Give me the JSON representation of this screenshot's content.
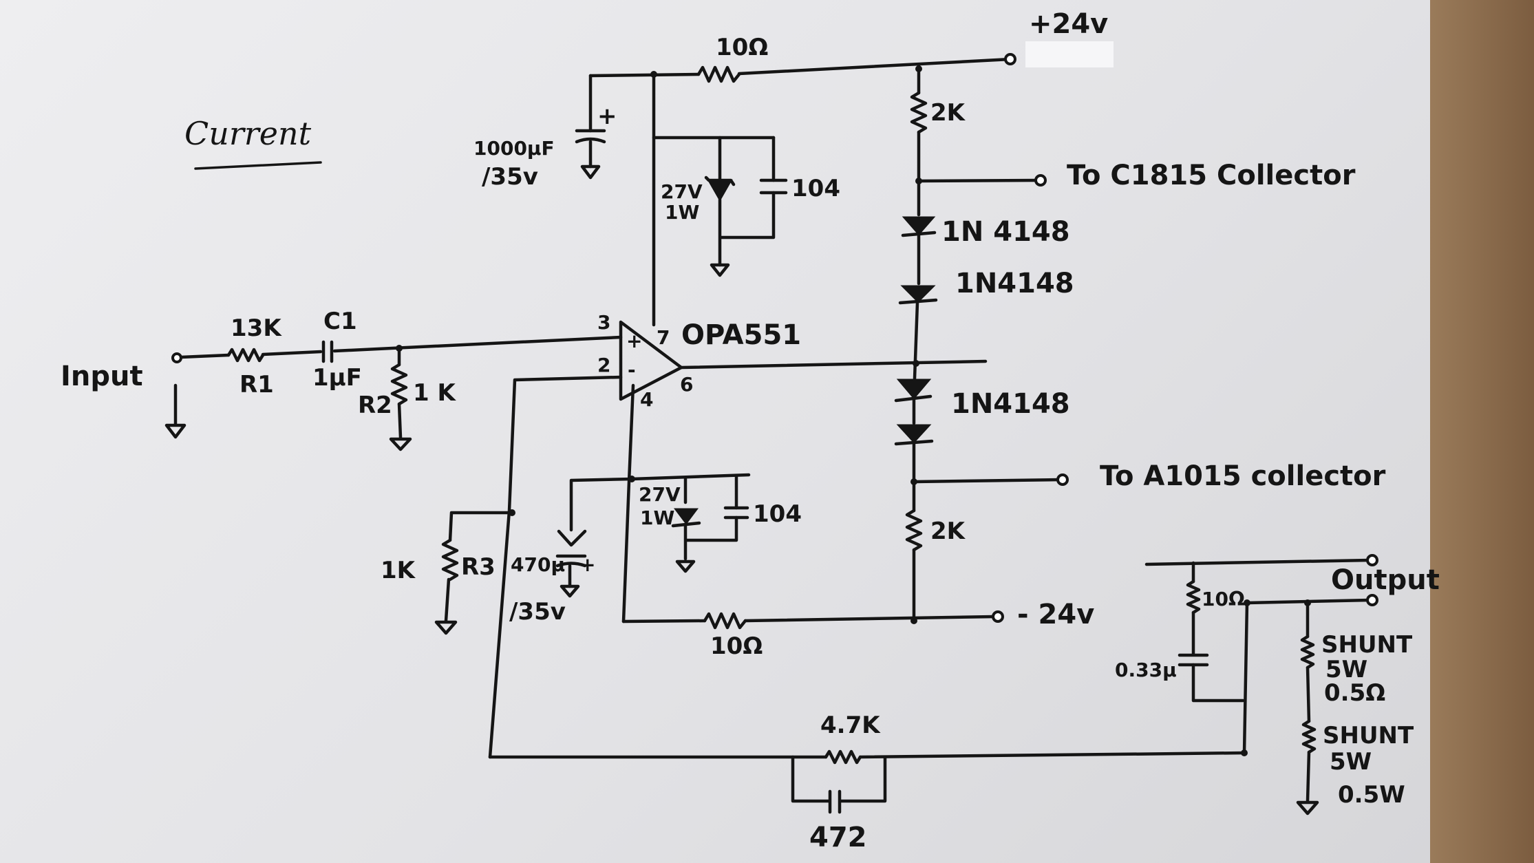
{
  "title": "Current",
  "labels": {
    "vpos": "+24v",
    "vneg": "- 24v",
    "top_res": "10Ω",
    "bot_res": "10Ω",
    "cap_1000": "1000µF",
    "cap_1000_v": "/35v",
    "plus_sign": "+",
    "zener_top": "27V",
    "zener_top_w": "1W",
    "cap_104_top": "104",
    "zener_bot": "27V",
    "zener_bot_w": "1W",
    "cap_104_bot": "104",
    "r_2k_top": "2K",
    "r_2k_bot": "2K",
    "to_c1815": "To  C1815 Collector",
    "to_a1015": "To  A1015  collector",
    "d1": "1N 4148",
    "d2": "1N4148",
    "d3": "1N4148",
    "opamp": "OPA551",
    "pin3": "3",
    "pin2": "2",
    "pin7": "7",
    "pin6": "6",
    "pin4": "4",
    "input": "Input",
    "r1_val": "13K",
    "r1_name": "R1",
    "c1_name": "C1",
    "c1_val": "1µF",
    "r2_name": "R2",
    "r2_val": "1 K",
    "r3_val": "1K",
    "r3_name": "R3",
    "cap_470": "470µ",
    "cap_470_v": "/35v",
    "cap_470_plus": "+",
    "output": "Output",
    "r_10_out": "10Ω",
    "cap_033": "0.33µ",
    "shunt1_a": "SHUNT",
    "shunt1_b": "5W",
    "shunt1_c": "0.5Ω",
    "shunt2_a": "SHUNT",
    "shunt2_b": "5W",
    "shunt2_c": "0.5W",
    "fb_res": "4.7K",
    "fb_cap": "472"
  }
}
